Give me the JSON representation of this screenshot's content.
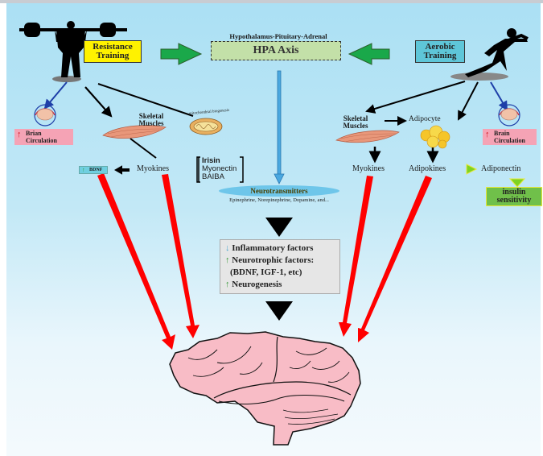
{
  "title": "Exercise effects on the brain via HPA axis, myokines and adipokines",
  "colors": {
    "background_top": "#abe0f4",
    "background_bottom": "#f4fafd",
    "resistance_box": "#fff200",
    "aerobic_box": "#5ec6d8",
    "hpa_box": "#c3e0a8",
    "green_arrow": "#1aa84a",
    "red_arrow": "#ff0000",
    "brain": "#f8bcc6",
    "circulation_box": "#f5a3b5",
    "insulin_box": "#70c04a",
    "neurotransmitter_ellipse": "#6ec6ea"
  },
  "resistance": {
    "label_line1": "Resistance",
    "label_line2": "Training",
    "brain_circulation_line1": "Brian",
    "brain_circulation_line2": "Circulation",
    "skeletal_muscles_line1": "Skeletal",
    "skeletal_muscles_line2": "Muscles",
    "mitochondrial": "mitochondrial biogenesis",
    "myokines": "Myokines",
    "bdnf": "BDNF",
    "myokine_list": [
      "Irisin",
      "Myonectin",
      "BAIBA"
    ]
  },
  "hpa": {
    "subtitle": "Hypothalamus-Pituitary-Adrenal",
    "label": "HPA Axis"
  },
  "aerobic": {
    "label_line1": "Aerobic",
    "label_line2": "Training",
    "skeletal_muscles_line1": "Skeletal",
    "skeletal_muscles_line2": "Muscles",
    "adipocyte": "Adipocyte",
    "brain_circulation_line1": "Brain",
    "brain_circulation_line2": "Circulation",
    "myokines": "Myokines",
    "adipokines": "Adipokines",
    "adiponectin": "Adiponectin",
    "insulin_line1": "insulin",
    "insulin_line2": "sensitivity"
  },
  "neuro": {
    "title": "Neurotransmitters",
    "list": "Epinephrine, Norepinephrine, Dopamine, and..."
  },
  "effects": {
    "items": [
      {
        "direction": "down",
        "text": "Inflammatory factors"
      },
      {
        "direction": "up",
        "text": "Neurotrophic factors:"
      },
      {
        "direction": "none",
        "text": "(BDNF, IGF-1, etc)"
      },
      {
        "direction": "up",
        "text": "Neurogenesis"
      }
    ]
  }
}
